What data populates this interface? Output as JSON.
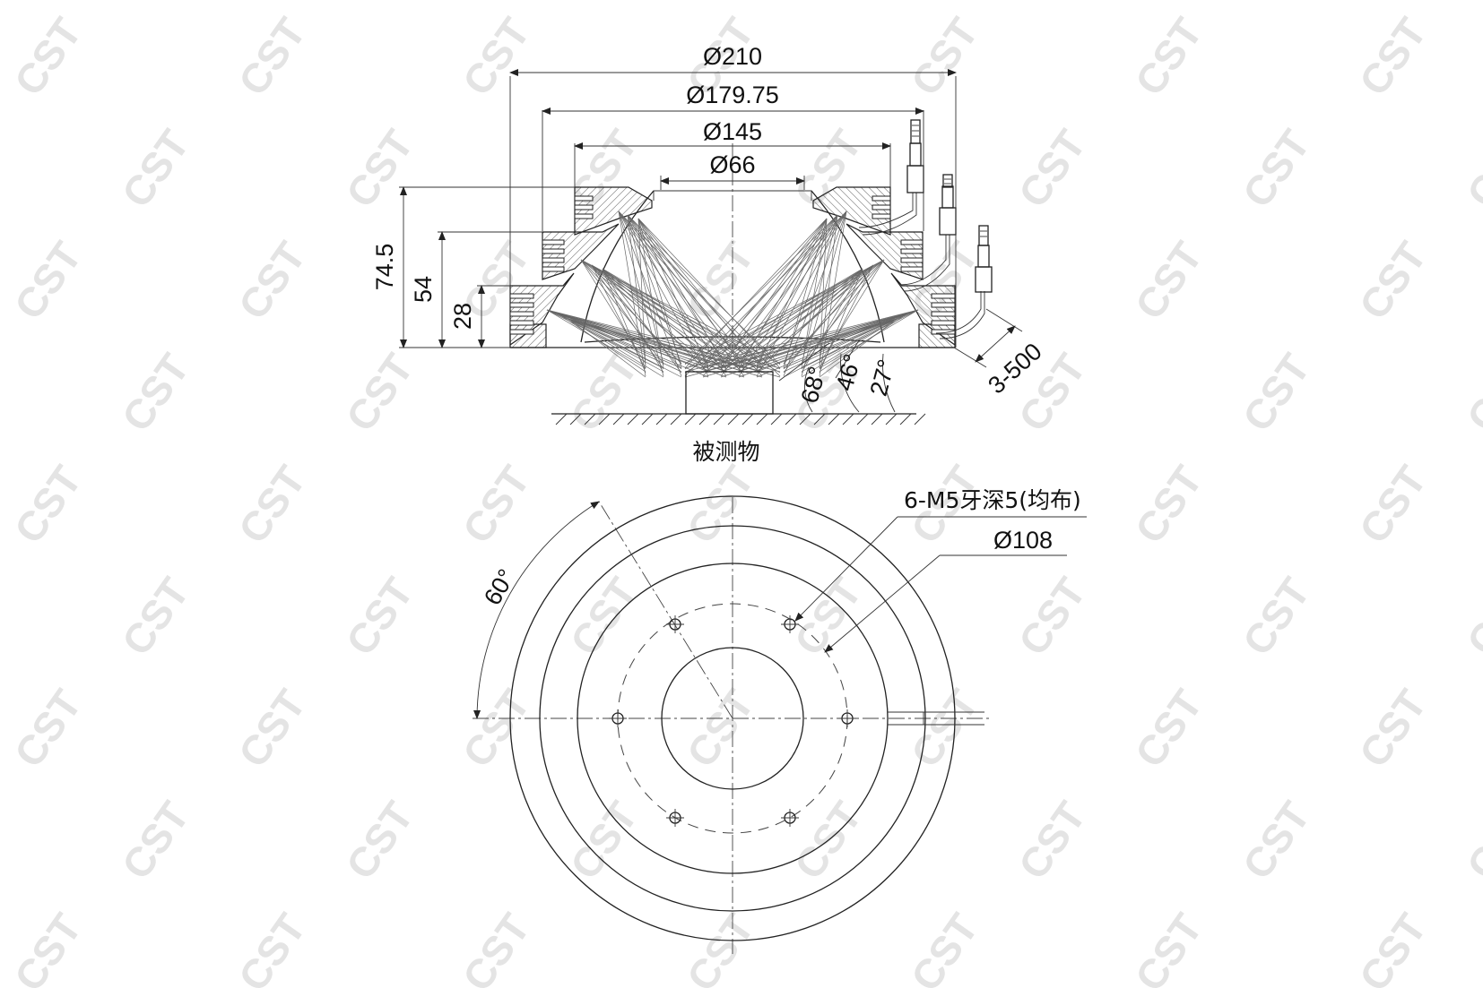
{
  "watermark": {
    "text": "CST",
    "color": "#e4e4e4"
  },
  "side_view": {
    "diameters": {
      "outer": "Ø210",
      "second": "Ø179.75",
      "third": "Ø145",
      "inner": "Ø66"
    },
    "heights": {
      "total": "74.5",
      "middle": "54",
      "low": "28"
    },
    "angles": {
      "a1": "68°",
      "a2": "46°",
      "a3": "27°"
    },
    "cable": "3-500",
    "object_label": "被测物"
  },
  "bottom_view": {
    "holes_note": "6-M5牙深5(均布)",
    "bolt_circle": "Ø108",
    "angle": "60°"
  },
  "colors": {
    "line": "#222222",
    "hatch": "#555555",
    "background": "#ffffff"
  }
}
